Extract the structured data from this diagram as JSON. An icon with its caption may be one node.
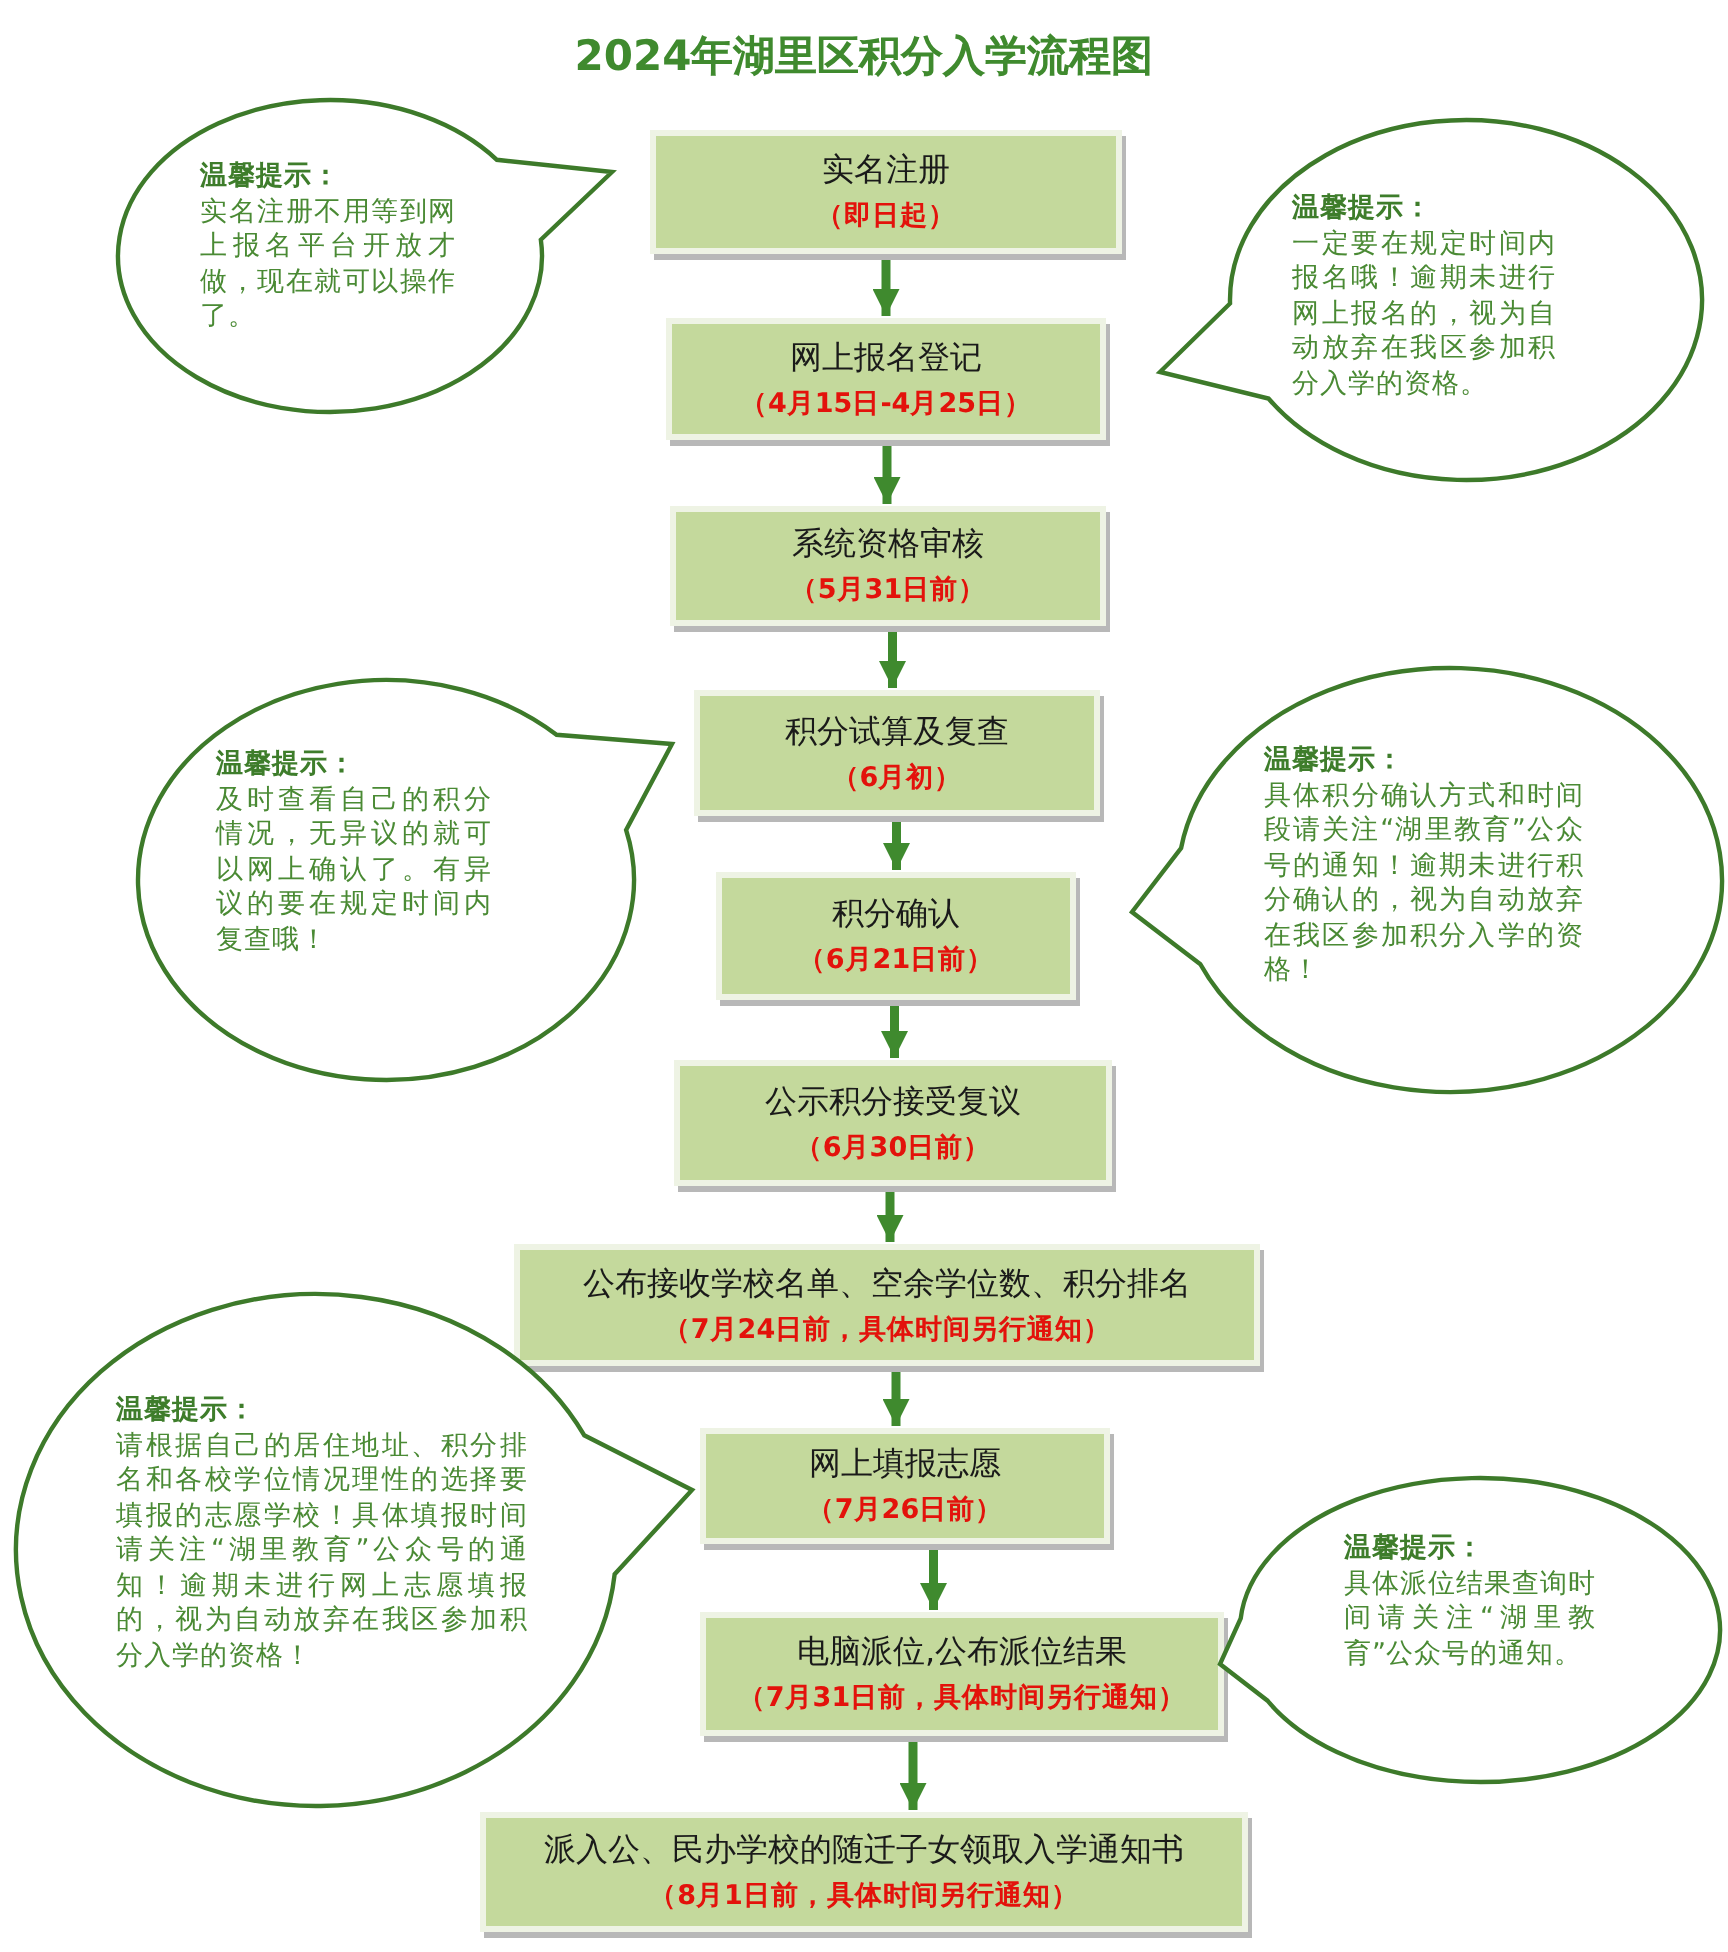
{
  "diagram": {
    "title": "2024年湖里区积分入学流程图",
    "nodes": [
      {
        "text": [
          "实名注册",
          "（即日起）"
        ]
      },
      {
        "text": [
          "网上报名登记",
          "（4月15日-4月25日）"
        ]
      },
      {
        "text": [
          "系统资格审核",
          "（5月31日前）"
        ]
      },
      {
        "text": [
          "积分试算及复查",
          "（6月初）"
        ]
      },
      {
        "text": [
          "积分确认",
          "（6月21日前）"
        ]
      },
      {
        "text": [
          "公示积分接受复议",
          "（6月30日前）"
        ]
      },
      {
        "text": [
          "公布接收学校名单、空余学位数、积分排名",
          "（7月24日前，具体时间另行通知）"
        ]
      },
      {
        "text": [
          "网上填报志愿",
          "（7月26日前）"
        ]
      },
      {
        "text": [
          "电脑派位,公布派位结果",
          "（7月31日前，具体时间另行通知）"
        ]
      },
      {
        "text": [
          "派入公、民办学校的随迁子女领取入学通知书",
          "（8月1日前，具体时间另行通知）"
        ]
      },
      {
        "text": [
          "温馨提示：",
          "实名注册不用等到网上报名平台开放才做，现在就可以操作了。"
        ]
      },
      {
        "text": [
          "温馨提示：",
          "一定要在规定时间内报名哦！逾期未进行网上报名的，视为自动放弃在我区参加积分入学的资格。"
        ]
      },
      {
        "text": [
          "温馨提示：",
          "及时查看自己的积分情况，无异议的就可以网上确认了。有异议的要在规定时间内复查哦！"
        ]
      },
      {
        "text": [
          "温馨提示：",
          "具体积分确认方式和时间段请关注“湖里教育”公众号的通知！逾期未进行积分确认的，视为自动放弃在我区参加积分入学的资格！"
        ]
      },
      {
        "text": [
          "温馨提示：",
          "请根据自己的居住地址、积分排名和各校学位情况理性的选择要填报的志愿学校！具体填报时间请关注“湖里教育”公众号的通知！逾期未进行网上志愿填报的，视为自动放弃在我区参加积分入学的资格！"
        ]
      },
      {
        "text": [
          "温馨提示：",
          "具体派位结果查询时间请关注“湖里教育”公众号的通知。"
        ]
      }
    ],
    "edges": [
      {
        "from": 0,
        "to": 1,
        "arrow": "to"
      },
      {
        "from": 1,
        "to": 2,
        "arrow": "to"
      },
      {
        "from": 2,
        "to": 3,
        "arrow": "to"
      },
      {
        "from": 3,
        "to": 4,
        "arrow": "to"
      },
      {
        "from": 4,
        "to": 5,
        "arrow": "to"
      },
      {
        "from": 5,
        "to": 6,
        "arrow": "to"
      },
      {
        "from": 6,
        "to": 7,
        "arrow": "to"
      },
      {
        "from": 7,
        "to": 8,
        "arrow": "to"
      },
      {
        "from": 8,
        "to": 9,
        "arrow": "to"
      }
    ]
  }
}
